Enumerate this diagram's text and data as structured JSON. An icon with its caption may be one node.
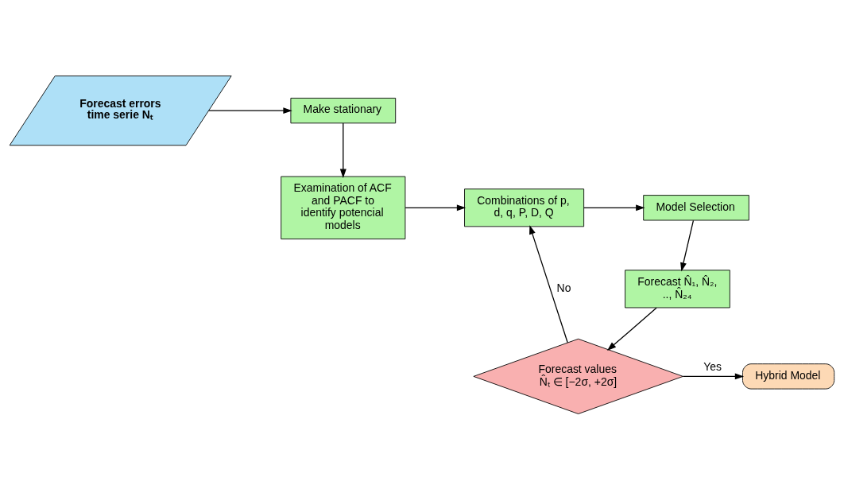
{
  "diagram": {
    "nodes": [
      {
        "text": [
          "Forecast errors time serie Nₜ"
        ]
      },
      {
        "text": [
          "Make stationary"
        ]
      },
      {
        "text": [
          "Examination of ACF and PACF to identify potencial models"
        ]
      },
      {
        "text": [
          "Combinations of p, d, q, P, D, Q"
        ]
      },
      {
        "text": [
          "Model Selection"
        ]
      },
      {
        "text": [
          "Forecast N̂₁, N̂₂, .., N̂₂₄"
        ]
      },
      {
        "text": [
          "Forecast values N̂ₜ ∈ [−2σ, +2σ]"
        ]
      },
      {
        "text": [
          "Hybrid Model"
        ]
      }
    ],
    "edges": [
      {
        "from": 0,
        "to": 1,
        "arrow": "to"
      },
      {
        "from": 1,
        "to": 2,
        "arrow": "to"
      },
      {
        "from": 2,
        "to": 3,
        "arrow": "to"
      },
      {
        "from": 3,
        "to": 4,
        "arrow": "to"
      },
      {
        "from": 4,
        "to": 5,
        "arrow": "to"
      },
      {
        "from": 5,
        "to": 6,
        "arrow": "to"
      },
      {
        "from": 6,
        "to": 3,
        "arrow": "to",
        "label": "No"
      },
      {
        "from": 6,
        "to": 7,
        "arrow": "to",
        "label": "Yes"
      }
    ]
  }
}
